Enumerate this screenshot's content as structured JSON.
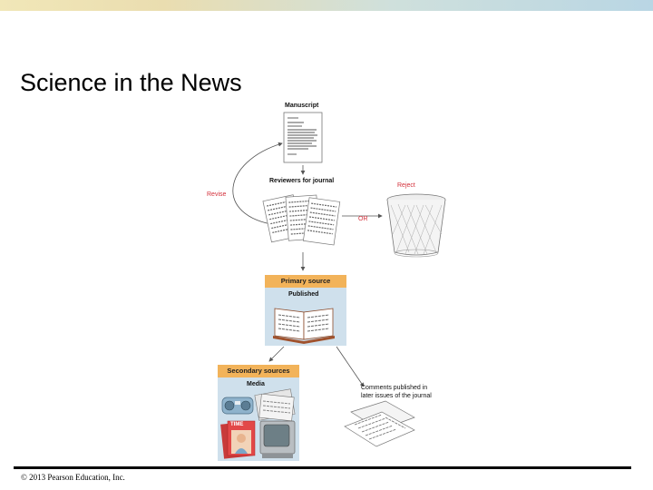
{
  "slide": {
    "title": "Science in the News",
    "footer": "© 2013 Pearson Education, Inc."
  },
  "diagram": {
    "manuscript_label": "Manuscript",
    "reviewers_label": "Reviewers for journal",
    "revise_label": "Revise",
    "reject_label": "Reject",
    "or_label": "OR",
    "primary_source_label": "Primary source",
    "published_label": "Published",
    "secondary_sources_label": "Secondary sources",
    "media_label": "Media",
    "comments_label_line1": "Comments published in",
    "comments_label_line2": "later issues of the journal",
    "magazine_masthead": "TIME"
  },
  "colors": {
    "accent_red": "#d32f3a",
    "label_orange": "#f2b35a",
    "panel_blue": "#cfe0ec"
  }
}
